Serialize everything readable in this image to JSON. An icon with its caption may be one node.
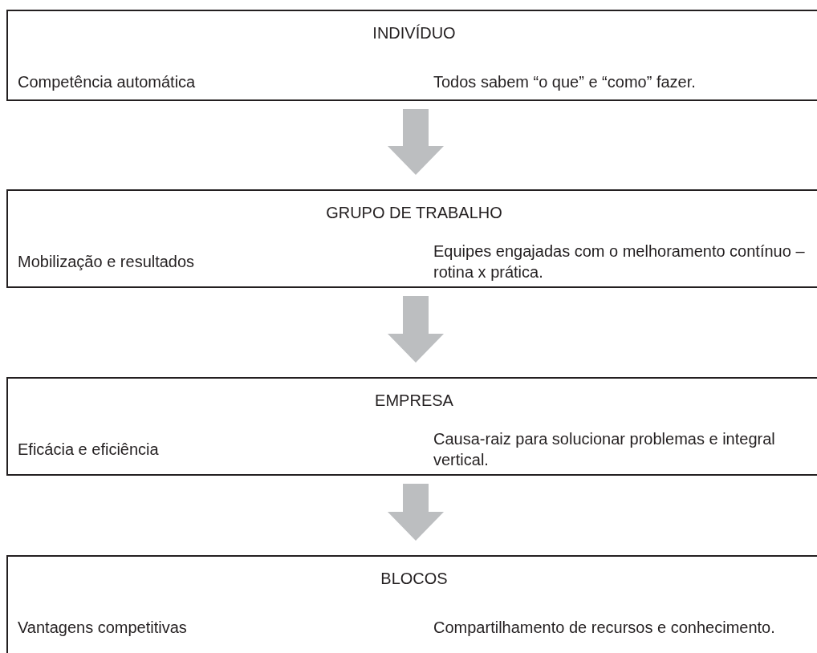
{
  "diagram": {
    "nodes": [
      {
        "text": [
          "INDIVÍDUO",
          "Competência automática",
          "Todos sabem “o que” e “como” fazer."
        ]
      },
      {
        "text": [
          "GRUPO DE TRABALHO",
          "Mobilização e resultados",
          "Equipes engajadas com o melhoramento contínuo – rotina x prática."
        ]
      },
      {
        "text": [
          "EMPRESA",
          "Eficácia e eficiência",
          "Causa-raiz para solucionar problemas e integral vertical."
        ]
      },
      {
        "text": [
          "BLOCOS",
          "Vantagens competitivas",
          "Compartilhamento de recursos e conhecimento."
        ]
      }
    ],
    "edges": [
      {
        "from": 0,
        "to": 1,
        "arrow": "to",
        "style": "thick"
      },
      {
        "from": 1,
        "to": 2,
        "arrow": "to",
        "style": "thick"
      },
      {
        "from": 2,
        "to": 3,
        "arrow": "to",
        "style": "thick"
      }
    ]
  }
}
